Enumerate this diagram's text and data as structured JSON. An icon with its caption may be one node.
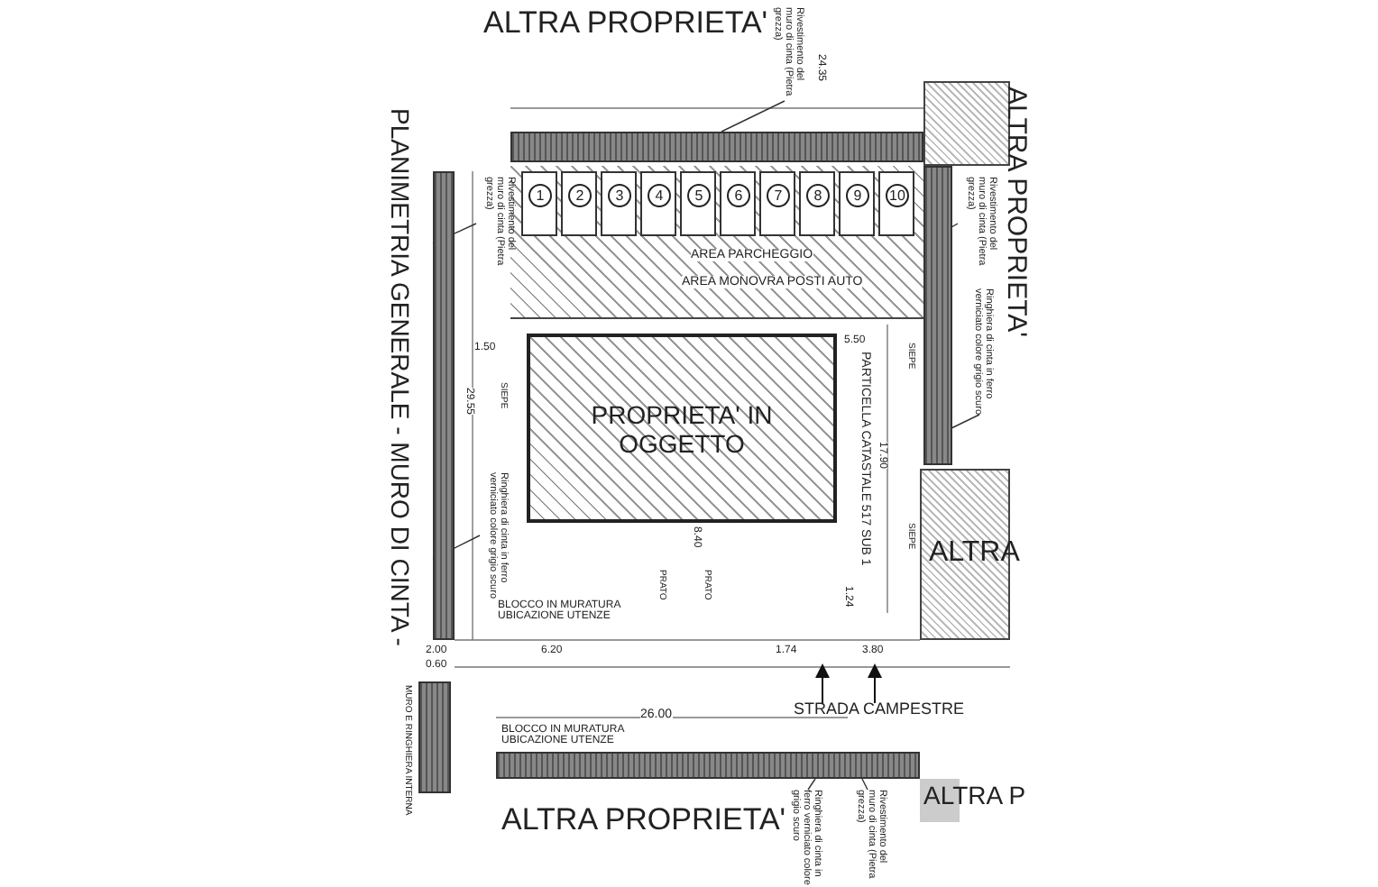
{
  "diagram": {
    "title": "PLANIMETRIA GENERALE - MURO DI CINTA -",
    "nodes": [
      {
        "text": [
          "PROPRIETA' IN OGGETTO"
        ]
      },
      {
        "text": [
          "AREA PARCHEGGIO",
          "AREA MONOVRA POSTI AUTO"
        ]
      },
      {
        "text": [
          "1"
        ],
        "in": 1
      },
      {
        "text": [
          "2"
        ],
        "in": 1
      },
      {
        "text": [
          "3"
        ],
        "in": 1
      },
      {
        "text": [
          "4"
        ],
        "in": 1
      },
      {
        "text": [
          "5"
        ],
        "in": 1
      },
      {
        "text": [
          "6"
        ],
        "in": 1
      },
      {
        "text": [
          "7"
        ],
        "in": 1
      },
      {
        "text": [
          "8"
        ],
        "in": 1
      },
      {
        "text": [
          "9"
        ],
        "in": 1
      },
      {
        "text": [
          "10"
        ],
        "in": 1
      },
      {
        "text": [
          "ALTRA"
        ]
      },
      {
        "text": [
          "Rivestimento del muro di cinta (Pietra grezza)"
        ]
      },
      {
        "text": [
          "Rivestimento del muro di cinta (Pietra grezza)"
        ]
      },
      {
        "text": [
          "Ringhiera di cinta in ferro verniciato colore grigio scuro"
        ]
      },
      {
        "text": [
          "Rivestimento del muro di cinta (Pietra grezza)"
        ]
      },
      {
        "text": [
          "Ringhiera di cinta in ferro verniciato colore grigio scuro"
        ]
      },
      {
        "text": [
          "Ringhiera di cinta in ferro verniciato colore grigio scuro"
        ]
      },
      {
        "text": [
          "Rivestimento del muro di cinta (Pietra grezza)"
        ]
      },
      {
        "text": [],
        "shape": "bar"
      },
      {
        "text": [],
        "shape": "bar"
      },
      {
        "text": [],
        "shape": "bar"
      },
      {
        "text": [],
        "shape": "bar"
      }
    ],
    "edges": [
      {
        "from": 13,
        "to": 20,
        "arrow": "none"
      },
      {
        "from": 14,
        "to": 21,
        "arrow": "none"
      },
      {
        "from": 15,
        "to": 21,
        "arrow": "none"
      },
      {
        "from": 16,
        "to": 22,
        "arrow": "none"
      },
      {
        "from": 17,
        "to": 22,
        "arrow": "none"
      },
      {
        "from": 18,
        "to": 23,
        "arrow": "none"
      },
      {
        "from": 19,
        "to": 23,
        "arrow": "none"
      }
    ],
    "labels": [
      "ALTRA PROPRIETA'",
      "ALTRA PROPRIETA'",
      "PARTICELLA CATASTALE 517 SUB 1",
      "BLOCCO IN MURATURA UBICAZIONE UTENZE",
      "PRATO",
      "PRATO",
      "SIEPE",
      "SIEPE",
      "SIEPE",
      "STRADA CAMPESTRE",
      "MURO E RINGHIERA INTERNA",
      "BLOCCO IN MURATURA UBICAZIONE UTENZE",
      "ALTRA PROPRIETA'",
      "ALTRA P",
      "24.35",
      "29.55",
      "17.90",
      "26.00",
      "2.00",
      "0.60",
      "6.20",
      "8.40",
      "1.74",
      "3.80",
      "1.24",
      "1.50",
      "5.50"
    ]
  }
}
